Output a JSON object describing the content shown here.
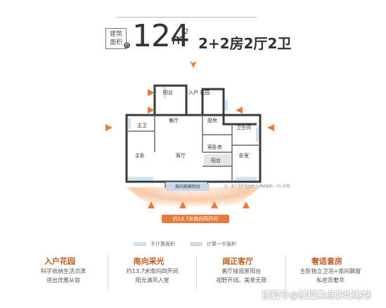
{
  "header": {
    "badge_line1": "建筑",
    "badge_line2": "面积",
    "badge_suffix": "约",
    "area": "124",
    "unit": "m",
    "unit_sup": "2",
    "layout_type": "2+2房2厅2卫"
  },
  "rooms": {
    "balcony_top": "阳台",
    "entry_garden": "入户\n花园",
    "dining": "餐厅",
    "kitchen": "厨房",
    "main_bath": "主卫",
    "guest_bath": "卫生间",
    "master_bed": "主卧",
    "living": "客厅",
    "guest_bed": "客卧房",
    "bedroom": "卧室",
    "balcony_small": "阳台"
  },
  "plan_labels": {
    "balcony_south": "南向观景阳台",
    "south_arc": "约13.7米南向四开间",
    "note": "注：该户型所有面积为测绘面积，15-35层"
  },
  "legend": {
    "no_area": "不计算面积",
    "half_area": "计算一半面积"
  },
  "features": [
    {
      "title": "入户花园",
      "lines": [
        "科学收纳生活点滴",
        "进出优雅从容"
      ]
    },
    {
      "title": "南向采光",
      "lines": [
        "约13.7米南向四开间",
        "阳光清风入室"
      ]
    },
    {
      "title": "阔正客厅",
      "lines": [
        "客厅接观景阳台",
        "视野开阔，美景无限"
      ]
    },
    {
      "title": "奢适套房",
      "lines": [
        "主卧独立卫浴+南向飘窗",
        "私密而奢华"
      ]
    }
  ],
  "watermark": "搜狐号@搜狐焦点防城港站",
  "colors": {
    "accent": "#e87b3a",
    "legend_blue": "#cfe3f1",
    "legend_gray": "#d9d9d9",
    "wall": "#3a3a3a"
  }
}
